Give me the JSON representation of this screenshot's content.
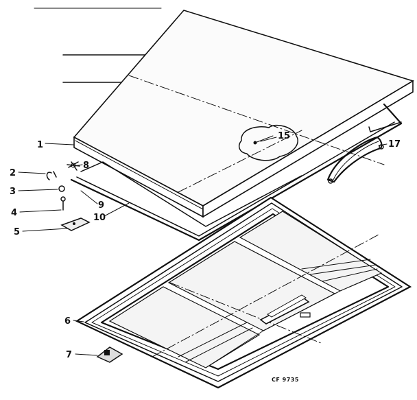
{
  "drawing_code": "CF 9735",
  "colors": {
    "ink": "#111111",
    "paper": "#ffffff",
    "panel": "#f4f4f4"
  },
  "callouts": [
    {
      "id": "c1",
      "text": "1"
    },
    {
      "id": "c2",
      "text": "2"
    },
    {
      "id": "c3",
      "text": "3"
    },
    {
      "id": "c4",
      "text": "4"
    },
    {
      "id": "c5",
      "text": "5"
    },
    {
      "id": "c6",
      "text": "6"
    },
    {
      "id": "c7",
      "text": "7"
    },
    {
      "id": "c8",
      "text": "8"
    },
    {
      "id": "c9",
      "text": "9"
    },
    {
      "id": "c10",
      "text": "10"
    },
    {
      "id": "c15",
      "text": "15"
    },
    {
      "id": "c17",
      "text": "17"
    }
  ]
}
